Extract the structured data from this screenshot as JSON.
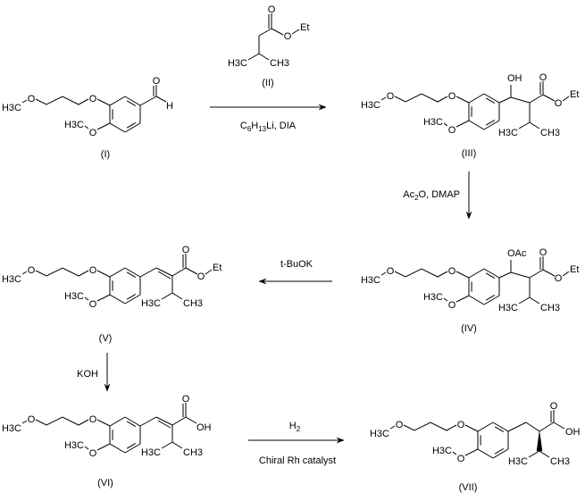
{
  "atoms": {
    "methyl_left": "H3C",
    "methyl_right": "CH3",
    "oxygen": "O",
    "hydroxyl": "OH",
    "ethyl": "Et",
    "acetoxy": "OAc",
    "hydrogen": "H"
  },
  "compounds": {
    "I": {
      "label": "(I)"
    },
    "II": {
      "label": "(II)"
    },
    "III": {
      "label": "(III)"
    },
    "IV": {
      "label": "(IV)"
    },
    "V": {
      "label": "(V)"
    },
    "VI": {
      "label": "(VI)"
    },
    "VII": {
      "label": "(VII)"
    }
  },
  "reactions": {
    "step1": {
      "below": "C6H13Li, DIA"
    },
    "step2": {
      "side": "Ac2O, DMAP"
    },
    "step3": {
      "above": "t-BuOK"
    },
    "step4": {
      "side": "KOH"
    },
    "step5": {
      "above": "H2",
      "below": "Chiral Rh catalyst"
    }
  }
}
